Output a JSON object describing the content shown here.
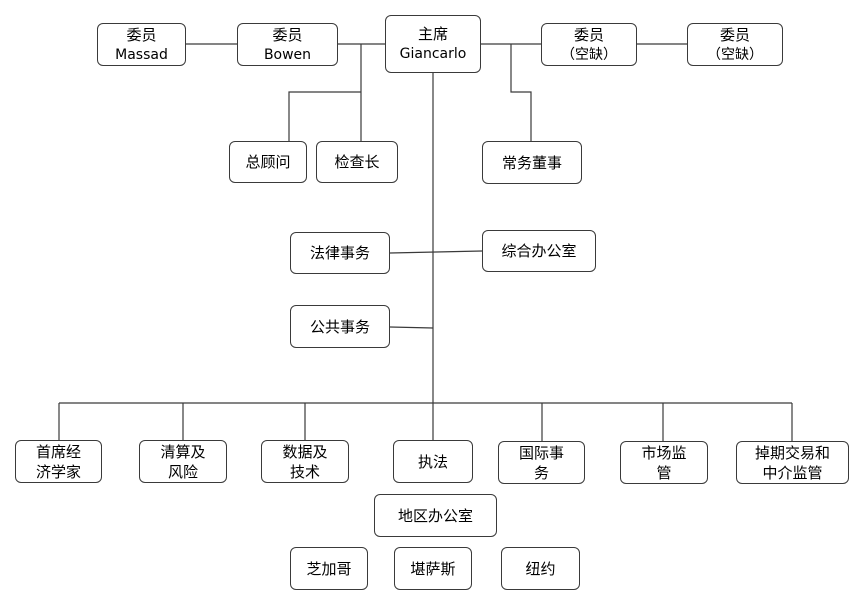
{
  "top_row": {
    "chairman": {
      "title": "主席",
      "name": "Giancarlo"
    },
    "commissioner_massad": {
      "title": "委员",
      "name": "Massad"
    },
    "commissioner_bowen": {
      "title": "委员",
      "name": "Bowen"
    },
    "commissioner_vacant_1": {
      "title": "委员",
      "name": "（空缺）"
    },
    "commissioner_vacant_2": {
      "title": "委员",
      "name": "（空缺）"
    }
  },
  "second_row": {
    "general_counsel": "总顾问",
    "inspector_general": "检查长",
    "executive_director": "常务董事"
  },
  "middle": {
    "legislative_affairs": "法律事务",
    "general_office": "综合办公室",
    "public_affairs": "公共事务"
  },
  "divisions": [
    {
      "line1": "首席经",
      "line2": "济学家"
    },
    {
      "line1": "清算及",
      "line2": "风险"
    },
    {
      "line1": "数据及",
      "line2": "技术"
    },
    {
      "line1": "执法",
      "line2": ""
    },
    {
      "line1": "国际事",
      "line2": "务"
    },
    {
      "line1": "市场监",
      "line2": "管"
    },
    {
      "line1": "掉期交易和",
      "line2": "中介监管"
    }
  ],
  "regional": {
    "title": "地区办公室",
    "offices": [
      "芝加哥",
      "堪萨斯",
      "纽约"
    ]
  }
}
